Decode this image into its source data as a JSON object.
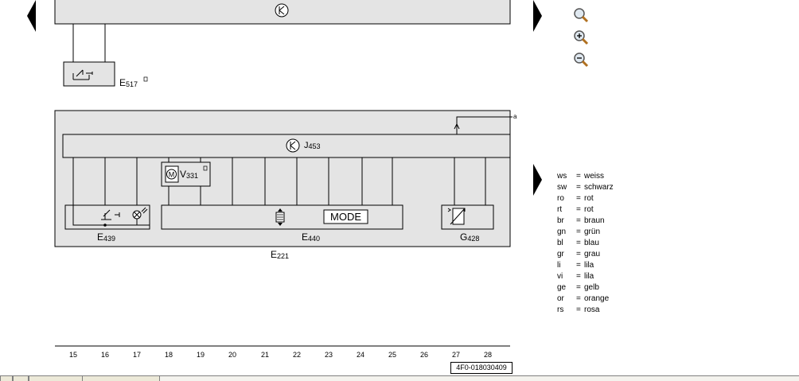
{
  "diagram": {
    "components": {
      "e517": {
        "letter": "E",
        "sub": "517"
      },
      "j453": {
        "letter": "J",
        "sub": "453"
      },
      "v331": {
        "letter": "V",
        "sub": "331"
      },
      "e439": {
        "letter": "E",
        "sub": "439"
      },
      "e440": {
        "letter": "E",
        "sub": "440"
      },
      "g428": {
        "letter": "G",
        "sub": "428"
      },
      "e221": {
        "letter": "E",
        "sub": "221"
      }
    },
    "mode_label": "MODE",
    "motor_letter": "M",
    "connector_a": "a",
    "document_number": "4F0-018030409",
    "column_numbers": [
      "15",
      "16",
      "17",
      "18",
      "19",
      "20",
      "21",
      "22",
      "23",
      "24",
      "25",
      "26",
      "27",
      "28"
    ]
  },
  "legend": [
    {
      "code": "ws",
      "name": "weiss"
    },
    {
      "code": "sw",
      "name": "schwarz"
    },
    {
      "code": "ro",
      "name": "rot"
    },
    {
      "code": "rt",
      "name": "rot"
    },
    {
      "code": "br",
      "name": "braun"
    },
    {
      "code": "gn",
      "name": "grün"
    },
    {
      "code": "bl",
      "name": "blau"
    },
    {
      "code": "gr",
      "name": "grau"
    },
    {
      "code": "li",
      "name": "lila"
    },
    {
      "code": "vi",
      "name": "lila"
    },
    {
      "code": "ge",
      "name": "gelb"
    },
    {
      "code": "or",
      "name": "orange"
    },
    {
      "code": "rs",
      "name": "rosa"
    }
  ],
  "icons": {
    "nav_left": "triangle-left-icon",
    "nav_right": "triangle-right-icon",
    "zoom": "magnifier-icon",
    "zoom_in": "zoom-in-icon",
    "zoom_out": "zoom-out-icon"
  },
  "colors": {
    "module_fill": "#e4e4e4",
    "line": "#000000"
  }
}
